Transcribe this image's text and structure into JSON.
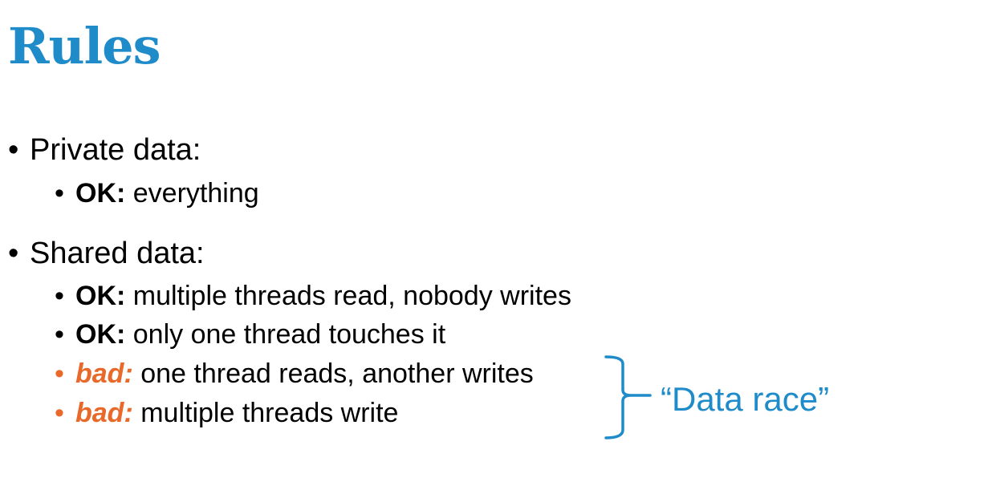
{
  "slide": {
    "title": "Rules",
    "bullet_glyph": "•",
    "sections": [
      {
        "heading": "Private data:",
        "items": [
          {
            "label": "OK:",
            "text": " everything",
            "status": "ok"
          }
        ]
      },
      {
        "heading": "Shared data:",
        "items": [
          {
            "label": "OK:",
            "text": " multiple threads read, nobody writes",
            "status": "ok"
          },
          {
            "label": "OK:",
            "text": " only one thread touches it",
            "status": "ok"
          },
          {
            "label": "bad:",
            "text": " one thread reads, another writes",
            "status": "bad"
          },
          {
            "label": "bad:",
            "text": " multiple threads write",
            "status": "bad"
          }
        ]
      }
    ],
    "annotation": "“Data race”",
    "colors": {
      "title": "#1f8bc9",
      "bad": "#e8692a",
      "annotation": "#1f8bc9"
    }
  }
}
